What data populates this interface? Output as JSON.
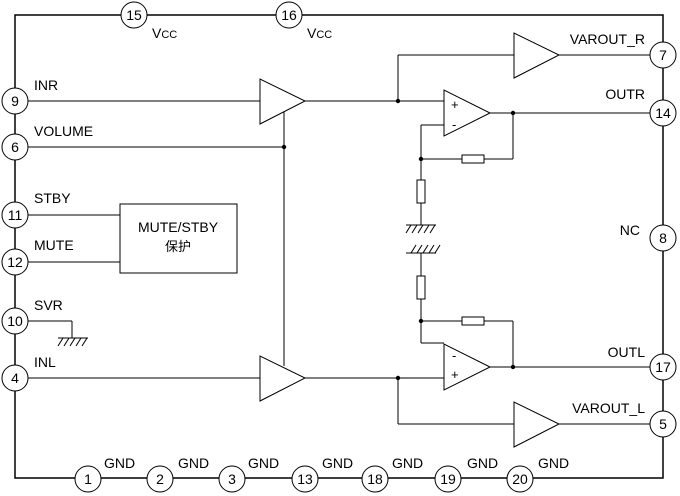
{
  "block_label": {
    "line1": "MUTE/STBY",
    "line2": "保护"
  },
  "pins": {
    "p1": {
      "num": "1",
      "label": "GND"
    },
    "p2": {
      "num": "2",
      "label": "GND"
    },
    "p3": {
      "num": "3",
      "label": "GND"
    },
    "p13": {
      "num": "13",
      "label": "GND"
    },
    "p18": {
      "num": "18",
      "label": "GND"
    },
    "p19": {
      "num": "19",
      "label": "GND"
    },
    "p20": {
      "num": "20",
      "label": "GND"
    },
    "p15": {
      "num": "15",
      "label_main": "V",
      "label_sub": "CC"
    },
    "p16": {
      "num": "16",
      "label_main": "V",
      "label_sub": "CC"
    },
    "p9": {
      "num": "9",
      "label": "INR"
    },
    "p6": {
      "num": "6",
      "label": "VOLUME"
    },
    "p11": {
      "num": "11",
      "label": "STBY"
    },
    "p12": {
      "num": "12",
      "label": "MUTE"
    },
    "p10": {
      "num": "10",
      "label": "SVR"
    },
    "p4": {
      "num": "4",
      "label": "INL"
    },
    "p7": {
      "num": "7",
      "label": "VAROUT_R"
    },
    "p14": {
      "num": "14",
      "label": "OUTR"
    },
    "p8": {
      "num": "8",
      "label": "NC"
    },
    "p17": {
      "num": "17",
      "label": "OUTL"
    },
    "p5": {
      "num": "5",
      "label": "VAROUT_L"
    }
  },
  "opamp_signs": {
    "plus": "+",
    "minus": "-"
  }
}
